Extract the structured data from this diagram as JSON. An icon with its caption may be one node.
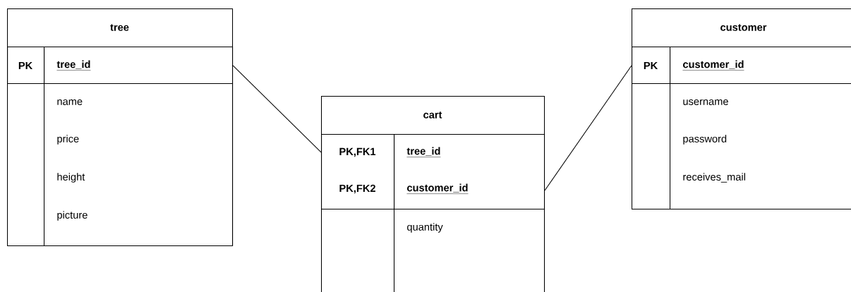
{
  "diagram": {
    "nodes": [
      {
        "text": [
          "tree"
        ]
      },
      {
        "text": [
          "PK"
        ],
        "in": 0
      },
      {
        "text": [
          "tree_id"
        ],
        "in": 0
      },
      {
        "text": [
          "name",
          "price",
          "height",
          "picture"
        ],
        "in": 0
      },
      {
        "text": [
          "cart"
        ]
      },
      {
        "text": [
          "PK,FK1",
          "PK,FK2"
        ],
        "in": 4
      },
      {
        "text": [
          "tree_id",
          "customer_id"
        ],
        "in": 4
      },
      {
        "text": [
          "quantity"
        ],
        "in": 4
      },
      {
        "text": [
          "customer"
        ]
      },
      {
        "text": [
          "PK"
        ],
        "in": 8
      },
      {
        "text": [
          "customer_id"
        ],
        "in": 8
      },
      {
        "text": [
          "username",
          "password",
          "receives_mail"
        ],
        "in": 8
      }
    ],
    "edges": [
      {
        "from": 0,
        "to": 4,
        "arrow": "none"
      },
      {
        "from": 4,
        "to": 8,
        "arrow": "none"
      }
    ]
  }
}
